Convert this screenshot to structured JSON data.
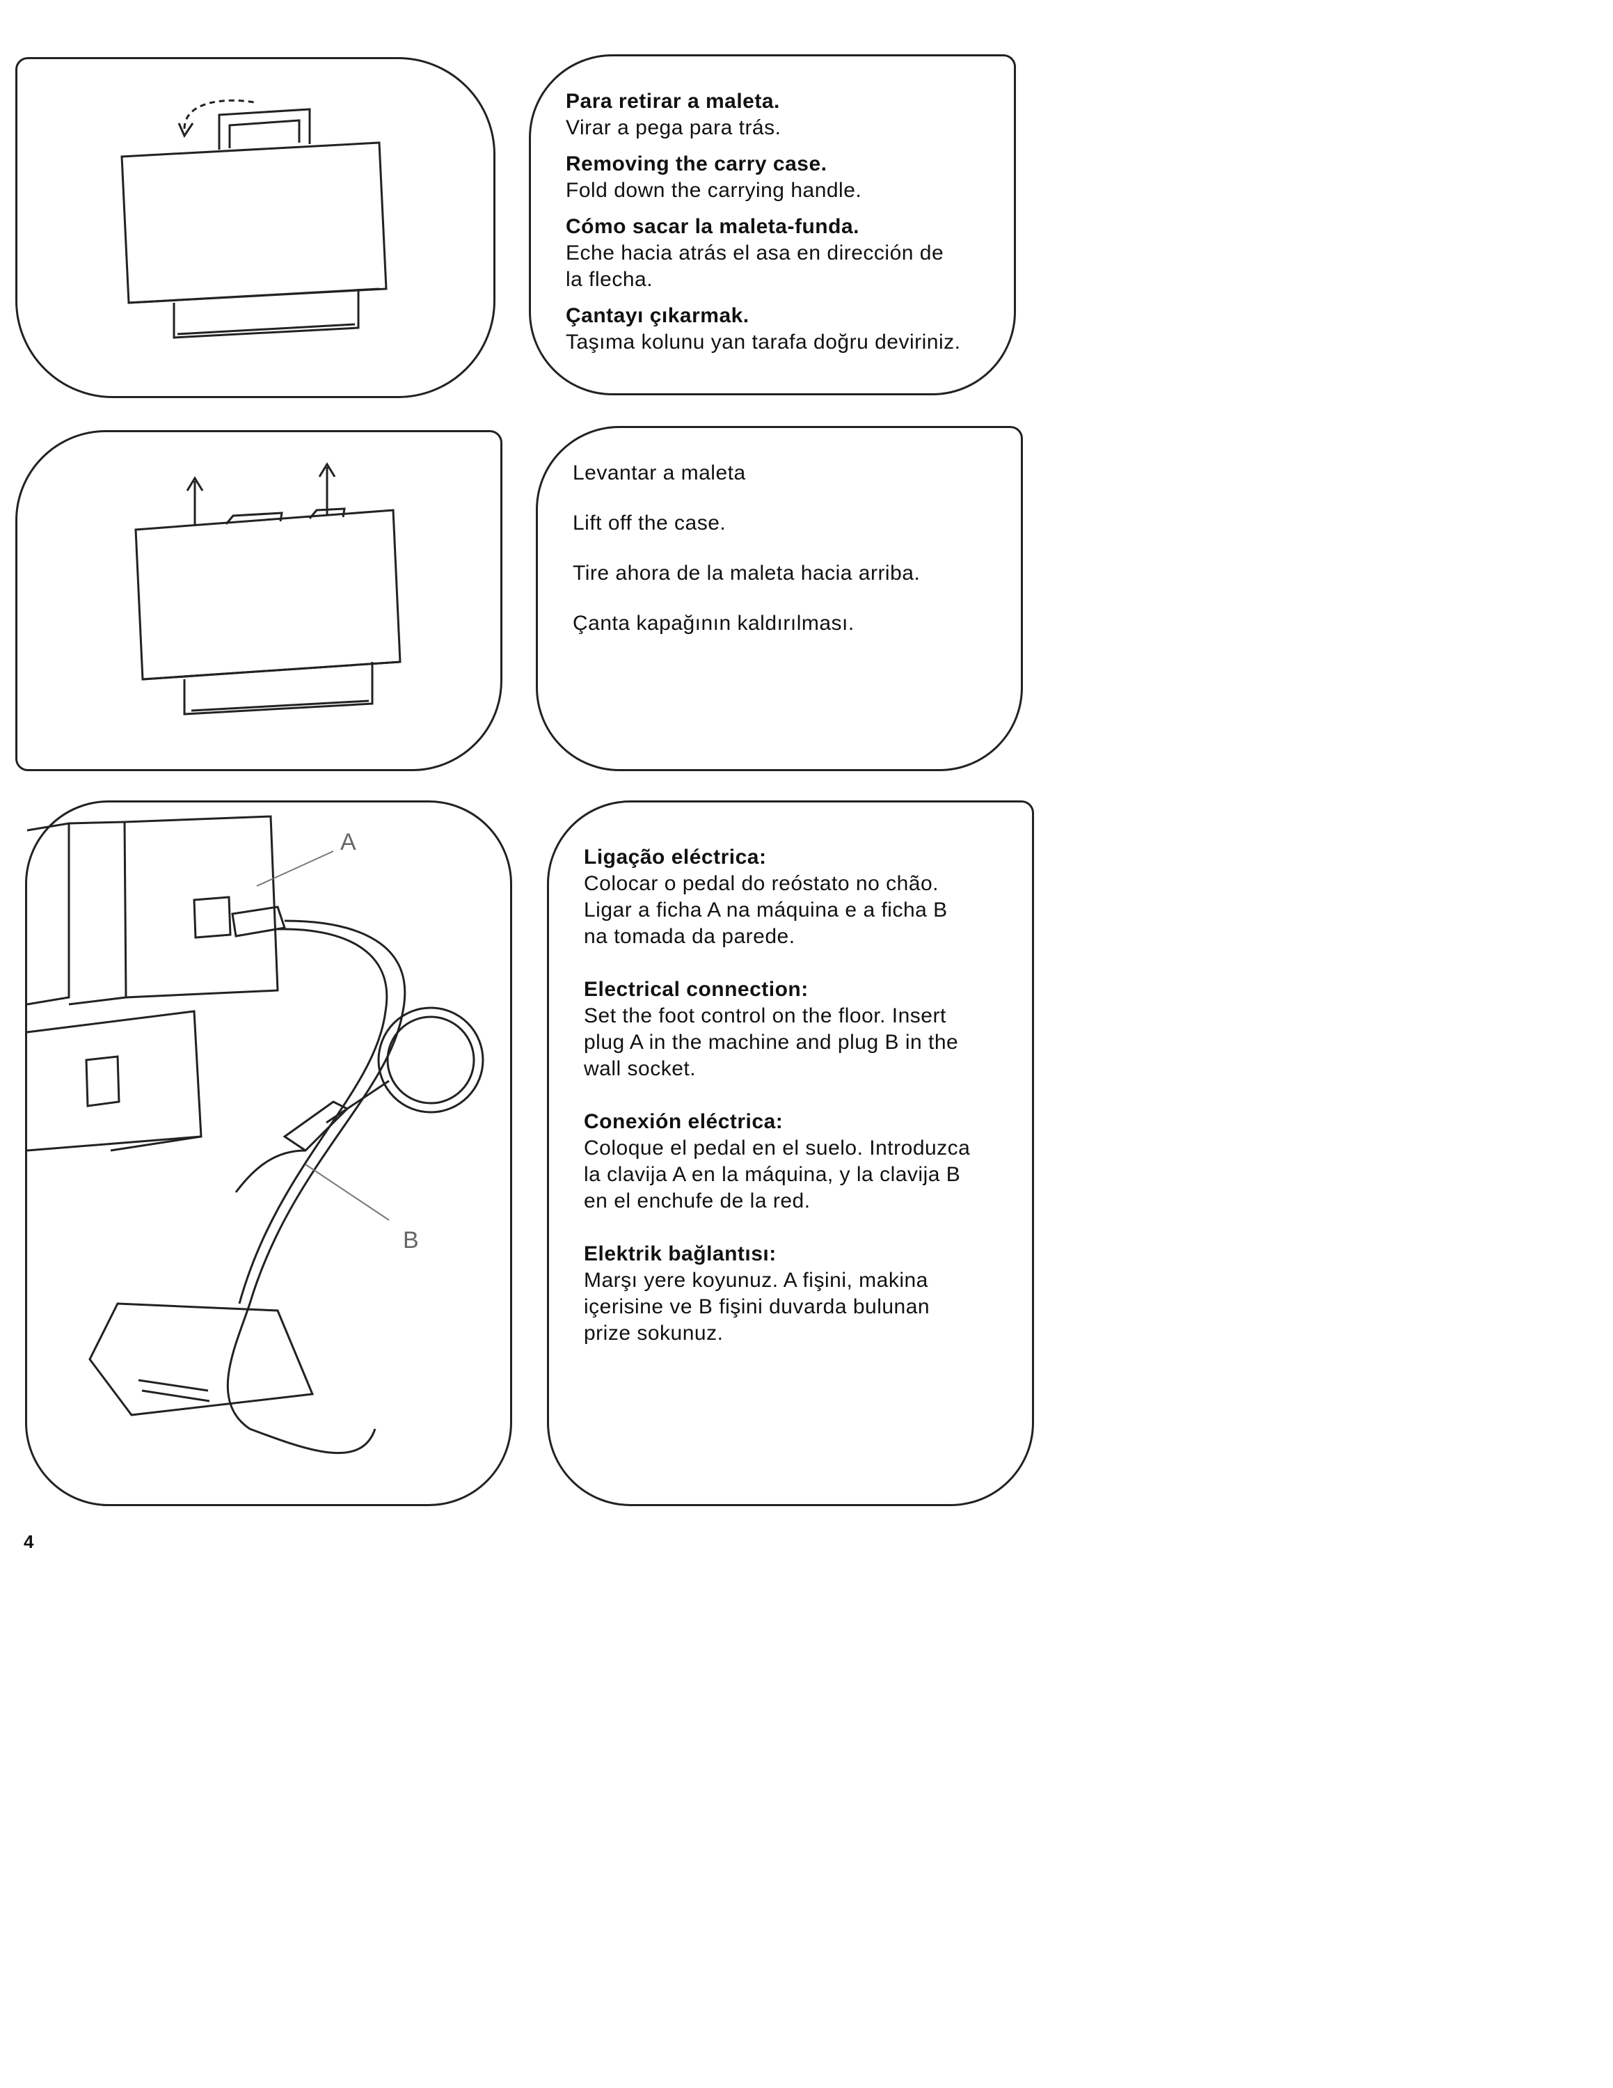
{
  "sections": [
    {
      "blocks": [
        {
          "heading": "Para retirar a maleta.",
          "body": "Virar a pega para trás."
        },
        {
          "heading": "Removing the carry case.",
          "body": "Fold down the carrying handle."
        },
        {
          "heading": "Cómo sacar la maleta-funda.",
          "body": "Eche hacia atrás el asa en dirección de\nla flecha."
        },
        {
          "heading": "Çantayı çıkarmak.",
          "body": "Taşıma kolunu yan tarafa doğru deviriniz."
        }
      ]
    },
    {
      "lines": [
        "Levantar a maleta",
        "Lift off the case.",
        "Tire ahora de la maleta hacia arriba.",
        "Çanta kapağının kaldırılması."
      ]
    },
    {
      "blocks": [
        {
          "heading": "Ligação eléctrica:",
          "body": "Colocar o pedal do reóstato no chão.\nLigar a ficha A na máquina e a ficha B\nna tomada da parede."
        },
        {
          "heading": "Electrical connection:",
          "body": "Set the foot control on the floor. Insert\nplug A in the machine and plug B in the\nwall socket."
        },
        {
          "heading": "Conexión eléctrica:",
          "body": "Coloque el pedal en el suelo. Introduzca\nla clavija A en la máquina, y la clavija B\nen el enchufe de la red."
        },
        {
          "heading": "Elektrik bağlantısı:",
          "body": "Marşı yere koyunuz. A fişini, makina\niçerisine ve B fişini duvarda bulunan\nprize sokunuz."
        }
      ],
      "labels": {
        "a": "A",
        "b": "B"
      }
    }
  ],
  "page_number": "4"
}
